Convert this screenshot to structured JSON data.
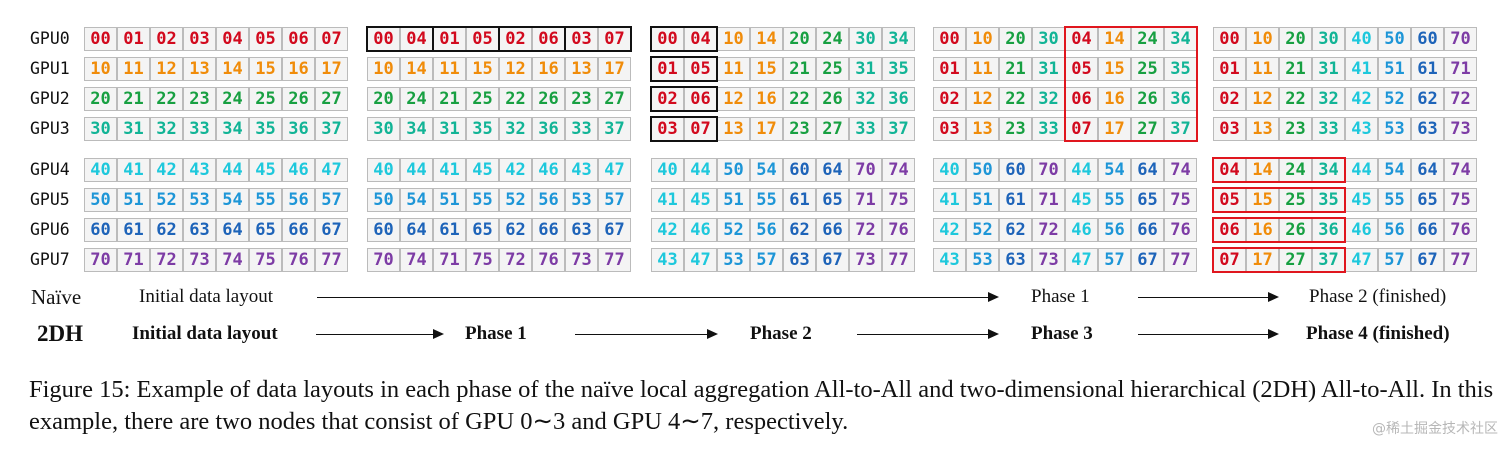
{
  "gpu_labels": [
    "GPU0",
    "GPU1",
    "GPU2",
    "GPU3",
    "GPU4",
    "GPU5",
    "GPU6",
    "GPU7"
  ],
  "colors": {
    "0": "#d20a1e",
    "1": "#f08c0a",
    "2": "#18a042",
    "3": "#12b496",
    "4": "#1ec8dc",
    "5": "#1e96d7",
    "6": "#1e64b9",
    "7": "#7d3ca5",
    "box_black": "#111111",
    "box_red": "#e0161e"
  },
  "panels": [
    {
      "name": "initial-data-layout",
      "rows": [
        [
          "00",
          "01",
          "02",
          "03",
          "04",
          "05",
          "06",
          "07"
        ],
        [
          "10",
          "11",
          "12",
          "13",
          "14",
          "15",
          "16",
          "17"
        ],
        [
          "20",
          "21",
          "22",
          "23",
          "24",
          "25",
          "26",
          "27"
        ],
        [
          "30",
          "31",
          "32",
          "33",
          "34",
          "35",
          "36",
          "37"
        ],
        [
          "40",
          "41",
          "42",
          "43",
          "44",
          "45",
          "46",
          "47"
        ],
        [
          "50",
          "51",
          "52",
          "53",
          "54",
          "55",
          "56",
          "57"
        ],
        [
          "60",
          "61",
          "62",
          "63",
          "64",
          "65",
          "66",
          "67"
        ],
        [
          "70",
          "71",
          "72",
          "73",
          "74",
          "75",
          "76",
          "77"
        ]
      ]
    },
    {
      "name": "phase-1",
      "rows": [
        [
          "00",
          "04",
          "01",
          "05",
          "02",
          "06",
          "03",
          "07"
        ],
        [
          "10",
          "14",
          "11",
          "15",
          "12",
          "16",
          "13",
          "17"
        ],
        [
          "20",
          "24",
          "21",
          "25",
          "22",
          "26",
          "23",
          "27"
        ],
        [
          "30",
          "34",
          "31",
          "35",
          "32",
          "36",
          "33",
          "37"
        ],
        [
          "40",
          "44",
          "41",
          "45",
          "42",
          "46",
          "43",
          "47"
        ],
        [
          "50",
          "54",
          "51",
          "55",
          "52",
          "56",
          "53",
          "57"
        ],
        [
          "60",
          "64",
          "61",
          "65",
          "62",
          "66",
          "63",
          "67"
        ],
        [
          "70",
          "74",
          "71",
          "75",
          "72",
          "76",
          "73",
          "77"
        ]
      ]
    },
    {
      "name": "phase-2",
      "rows": [
        [
          "00",
          "04",
          "10",
          "14",
          "20",
          "24",
          "30",
          "34"
        ],
        [
          "01",
          "05",
          "11",
          "15",
          "21",
          "25",
          "31",
          "35"
        ],
        [
          "02",
          "06",
          "12",
          "16",
          "22",
          "26",
          "32",
          "36"
        ],
        [
          "03",
          "07",
          "13",
          "17",
          "23",
          "27",
          "33",
          "37"
        ],
        [
          "40",
          "44",
          "50",
          "54",
          "60",
          "64",
          "70",
          "74"
        ],
        [
          "41",
          "45",
          "51",
          "55",
          "61",
          "65",
          "71",
          "75"
        ],
        [
          "42",
          "46",
          "52",
          "56",
          "62",
          "66",
          "72",
          "76"
        ],
        [
          "43",
          "47",
          "53",
          "57",
          "63",
          "67",
          "73",
          "77"
        ]
      ]
    },
    {
      "name": "phase-3",
      "rows": [
        [
          "00",
          "10",
          "20",
          "30",
          "04",
          "14",
          "24",
          "34"
        ],
        [
          "01",
          "11",
          "21",
          "31",
          "05",
          "15",
          "25",
          "35"
        ],
        [
          "02",
          "12",
          "22",
          "32",
          "06",
          "16",
          "26",
          "36"
        ],
        [
          "03",
          "13",
          "23",
          "33",
          "07",
          "17",
          "27",
          "37"
        ],
        [
          "40",
          "50",
          "60",
          "70",
          "44",
          "54",
          "64",
          "74"
        ],
        [
          "41",
          "51",
          "61",
          "71",
          "45",
          "55",
          "65",
          "75"
        ],
        [
          "42",
          "52",
          "62",
          "72",
          "46",
          "56",
          "66",
          "76"
        ],
        [
          "43",
          "53",
          "63",
          "73",
          "47",
          "57",
          "67",
          "77"
        ]
      ]
    },
    {
      "name": "phase-4-finished",
      "rows": [
        [
          "00",
          "10",
          "20",
          "30",
          "40",
          "50",
          "60",
          "70"
        ],
        [
          "01",
          "11",
          "21",
          "31",
          "41",
          "51",
          "61",
          "71"
        ],
        [
          "02",
          "12",
          "22",
          "32",
          "42",
          "52",
          "62",
          "72"
        ],
        [
          "03",
          "13",
          "23",
          "33",
          "43",
          "53",
          "63",
          "73"
        ],
        [
          "04",
          "14",
          "24",
          "34",
          "44",
          "54",
          "64",
          "74"
        ],
        [
          "05",
          "15",
          "25",
          "35",
          "45",
          "55",
          "65",
          "75"
        ],
        [
          "06",
          "16",
          "26",
          "36",
          "46",
          "56",
          "66",
          "76"
        ],
        [
          "07",
          "17",
          "27",
          "37",
          "47",
          "57",
          "67",
          "77"
        ]
      ]
    }
  ],
  "naive_row": {
    "title": "Naïve",
    "initial": "Initial data layout",
    "phase1": "Phase 1",
    "phase2": "Phase 2 (finished)"
  },
  "twodh_row": {
    "title": "2DH",
    "initial": "Initial data layout",
    "phase1": "Phase 1",
    "phase2": "Phase 2",
    "phase3": "Phase 3",
    "phase4": "Phase 4 (finished)"
  },
  "caption": "Figure 15: Example of data layouts in each phase of the naïve local aggregation All-to-All and two-dimensional hierarchical (2DH) All-to-All. In this example, there are two nodes that consist of GPU 0∼3 and GPU 4∼7, respectively.",
  "watermark": "@稀土掘金技术社区"
}
